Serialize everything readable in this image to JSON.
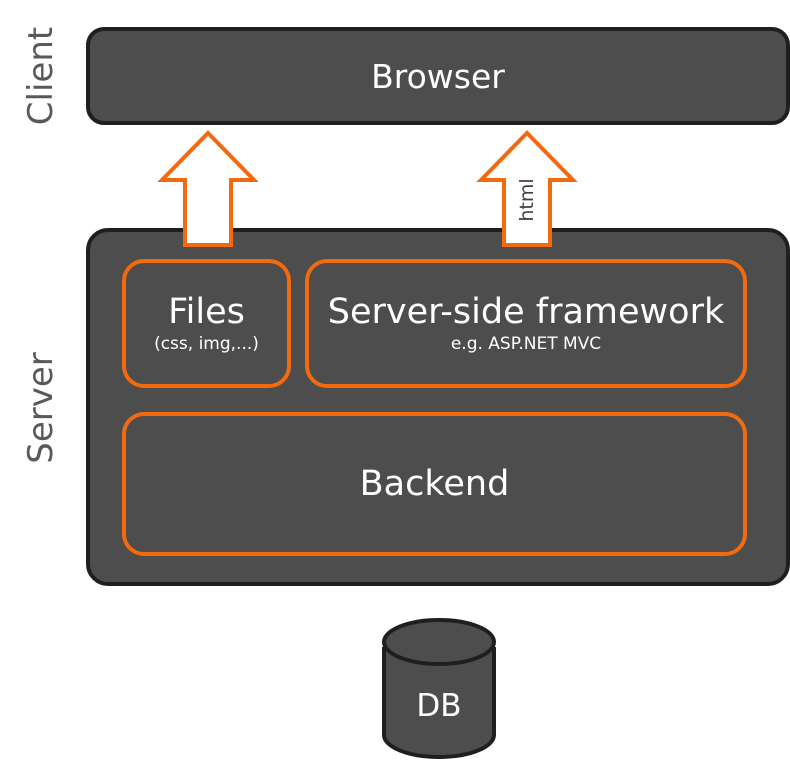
{
  "labels": {
    "client": "Client",
    "server": "Server"
  },
  "browser": {
    "label": "Browser"
  },
  "files": {
    "title": "Files",
    "subtitle": "(css, img,...)"
  },
  "framework": {
    "title": "Server-side framework",
    "subtitle": "e.g. ASP.NET MVC"
  },
  "backend": {
    "label": "Backend"
  },
  "arrow_html": {
    "label": "html"
  },
  "db": {
    "label": "DB"
  },
  "colors": {
    "dark": "#4d4d4d",
    "outline": "#1f1f1f",
    "accent": "#f26a10",
    "text_gray": "#595959"
  }
}
